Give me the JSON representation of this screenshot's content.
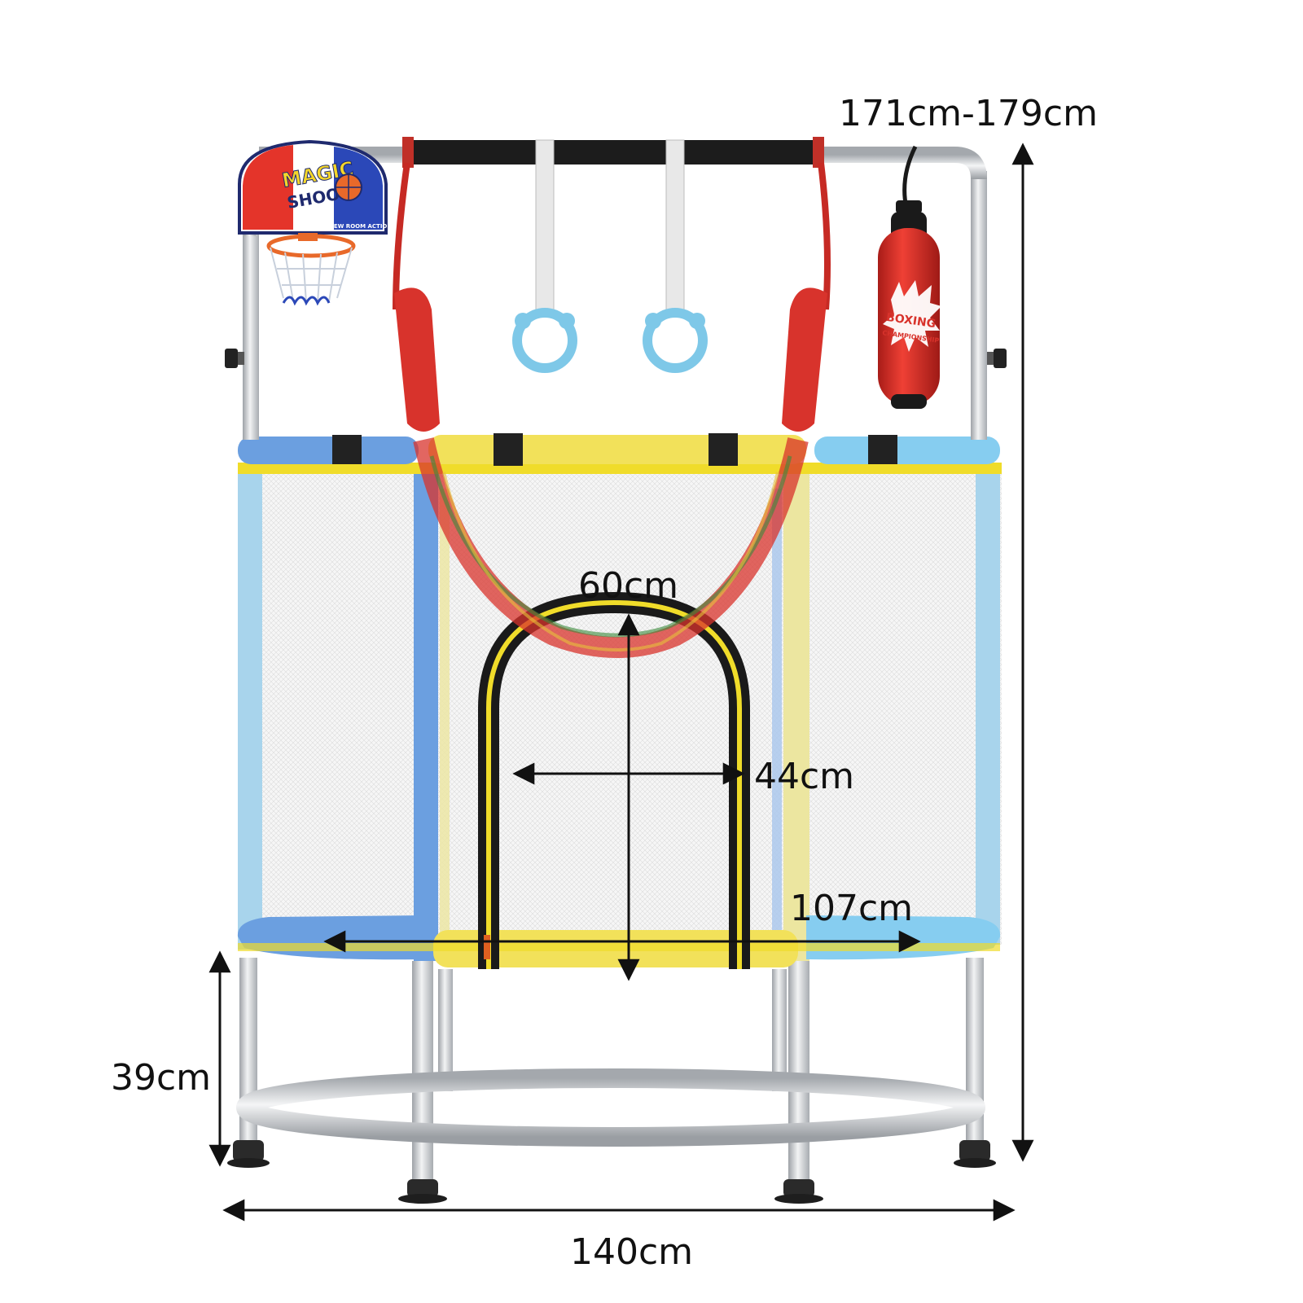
{
  "dimensions": {
    "total_height": "171cm-179cm",
    "door_height": "60cm",
    "door_width": "44cm",
    "mat_diameter": "107cm",
    "leg_height": "39cm",
    "overall_width": "140cm"
  },
  "hoop": {
    "line1": "MAGIC",
    "line2": "SHOOT",
    "small_text": "NEW ROOM ACTION"
  },
  "punching_bag": {
    "line1": "BOXING",
    "line2": "CHAMPIONSHIP"
  },
  "colors": {
    "frame_steel": "#c9ccd0",
    "pad_blue": "#6b9fe0",
    "pad_yellow": "#f2e15a",
    "pad_light_blue": "#86cdf0",
    "net_blue": "#a8d4ec",
    "net_yellow": "#ece6a0",
    "hammock_red": "#d8332c",
    "ring_blue": "#7ec8e8",
    "bag_red": "#e0302a",
    "door_black": "#1a1a1a",
    "accent_yellow": "#f0dc2a"
  }
}
